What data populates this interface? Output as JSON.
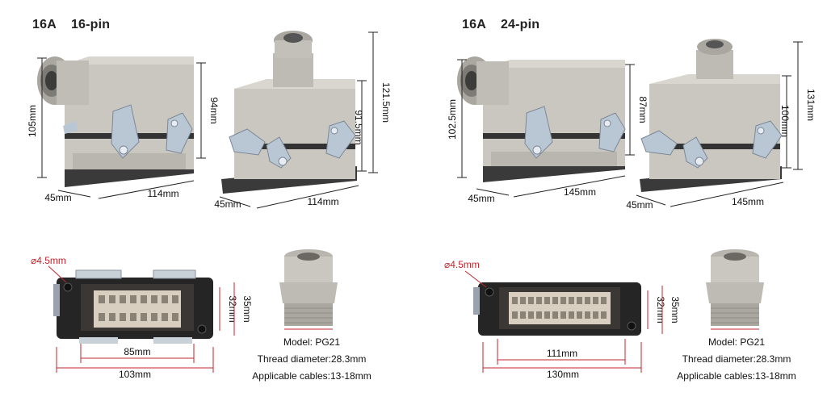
{
  "panels": [
    {
      "current": "16A",
      "pins": "16-pin",
      "side": {
        "height": "105mm",
        "depth": "45mm",
        "length": "114mm",
        "body_height": "94mm"
      },
      "front": {
        "height_no_gland": "91.5mm",
        "total_height": "121.5mm",
        "depth": "45mm",
        "length": "114mm"
      },
      "base": {
        "hole": "⌀4.5mm",
        "inner_width": "85mm",
        "outer_width": "103mm",
        "inner_height": "32mm",
        "outer_height": "35mm"
      },
      "gland": {
        "model": "Model: PG21",
        "thread": "Thread diameter:28.3mm",
        "cables": "Applicable cables:13-18mm"
      }
    },
    {
      "current": "16A",
      "pins": "24-pin",
      "side": {
        "height": "102.5mm",
        "depth": "45mm",
        "length": "145mm",
        "body_height": "87mm"
      },
      "front": {
        "height_no_gland": "100mm",
        "total_height": "131mm",
        "depth": "45mm",
        "length": "145mm"
      },
      "base": {
        "hole": "⌀4.5mm",
        "inner_width": "111mm",
        "outer_width": "130mm",
        "inner_height": "32mm",
        "outer_height": "35mm"
      },
      "gland": {
        "model": "Model: PG21",
        "thread": "Thread diameter:28.3mm",
        "cables": "Applicable cables:13-18mm"
      }
    }
  ],
  "colors": {
    "housing": "#c9c7c0",
    "housing_shadow": "#a9a79f",
    "base": "#3a3a3a",
    "latch": "#b9c6d4",
    "insert": "#d9cfc0",
    "accent_red": "#c0262d"
  }
}
